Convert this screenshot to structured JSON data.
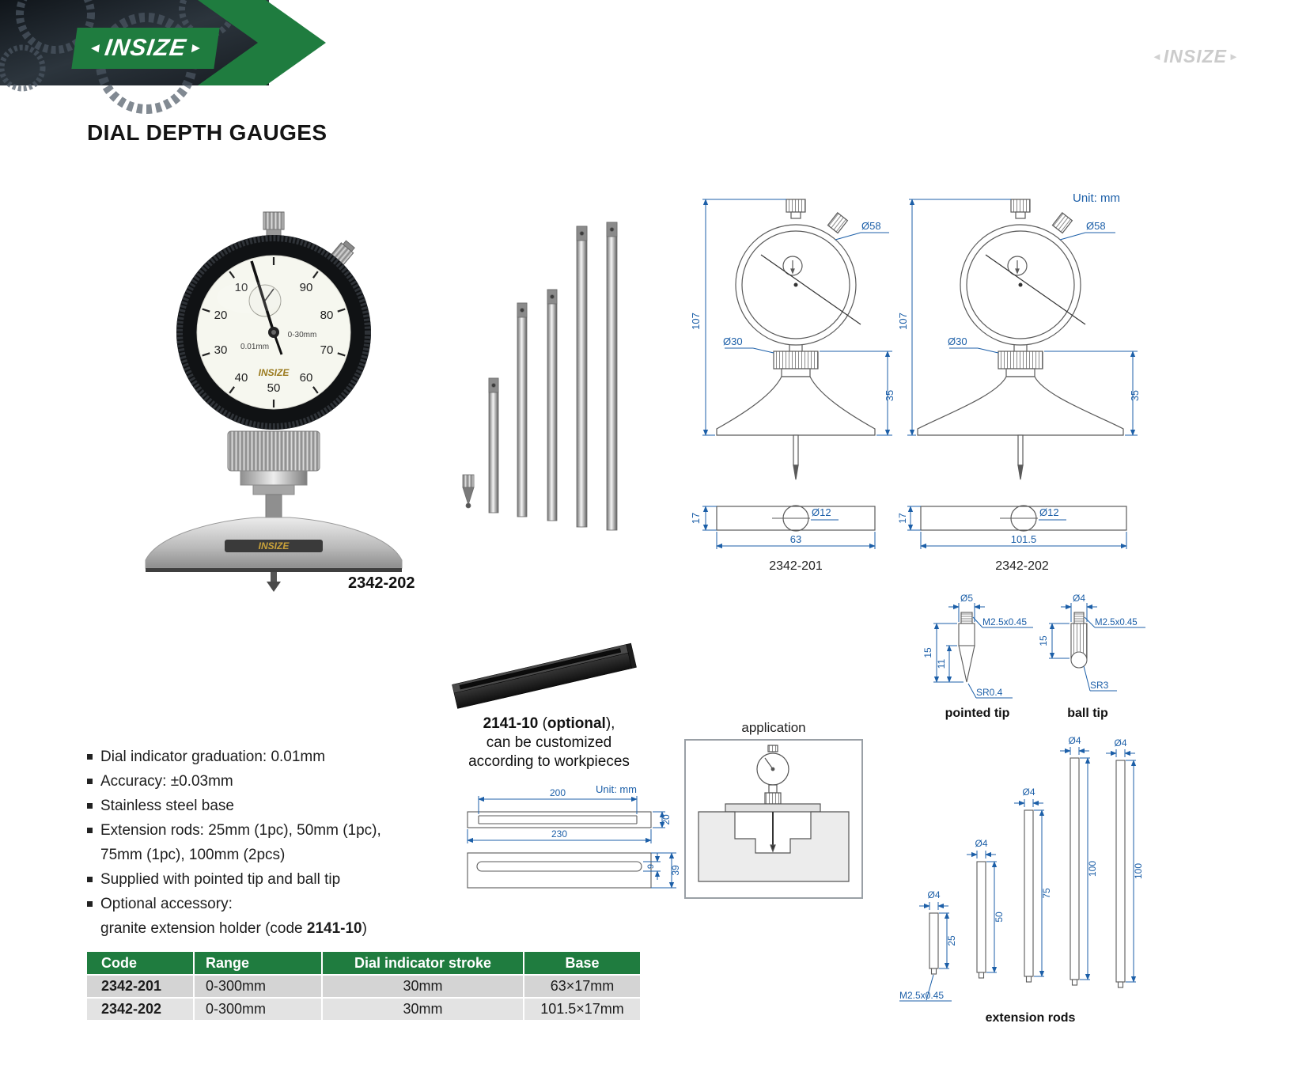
{
  "colors": {
    "brand_green": "#1f7c3f",
    "dimension_blue": "#1c5fa8",
    "table_header_green": "#1f7c3f"
  },
  "header": {
    "brand": "INSIZE",
    "logo_arrow_left": "◄",
    "logo_arrow_right": "►",
    "watermark_brand": "INSIZE",
    "watermark_arrow_left": "◄",
    "watermark_arrow_right": "►"
  },
  "page": {
    "title": "DIAL DEPTH GAUGES"
  },
  "gauge_photo": {
    "caption": "2342-202",
    "face_brand": "INSIZE",
    "base_brand": "INSIZE",
    "range_text": "0-30mm",
    "graduation_text": "0.01mm",
    "dial_numbers": [
      "10",
      "20",
      "30",
      "40",
      "50",
      "60",
      "70",
      "80",
      "90"
    ]
  },
  "tech_drawings": {
    "unit_label": "Unit: mm",
    "gauge_201": {
      "code": "2342-201",
      "dial_diameter": "Ø58",
      "height": "107",
      "stem_diameter": "Ø30",
      "base_height": "35",
      "base_thickness": "17",
      "hole_diameter": "Ø12",
      "base_width": "63"
    },
    "gauge_202": {
      "code": "2342-202",
      "dial_diameter": "Ø58",
      "height": "107",
      "stem_diameter": "Ø30",
      "base_height": "35",
      "base_thickness": "17",
      "hole_diameter": "Ø12",
      "base_width": "101.5"
    },
    "pointed_tip": {
      "caption": "pointed tip",
      "diameter": "Ø5",
      "thread": "M2.5x0.45",
      "length": "15",
      "tip_length": "11",
      "tip_radius": "SR0.4"
    },
    "ball_tip": {
      "caption": "ball tip",
      "diameter": "Ø4",
      "thread": "M2.5x0.45",
      "length": "15",
      "tip_radius": "SR3"
    },
    "extension_rods": {
      "caption": "extension rods",
      "thread": "M2.5x0.45",
      "rods": [
        {
          "diameter": "Ø4",
          "length": "25"
        },
        {
          "diameter": "Ø4",
          "length": "50"
        },
        {
          "diameter": "Ø4",
          "length": "75"
        },
        {
          "diameter": "Ø4",
          "length": "100"
        },
        {
          "diameter": "Ø4",
          "length": "100"
        }
      ]
    }
  },
  "granite_holder": {
    "code": "2141-10",
    "caption_prefix": " (",
    "caption_optional": "optional",
    "caption_suffix": "),",
    "caption_line2": "can be customized",
    "caption_line3": "according to workpieces",
    "drawing": {
      "unit_label": "Unit: mm",
      "slot_length": "200",
      "total_length": "230",
      "width": "20",
      "slot_width": "9",
      "height": "39"
    }
  },
  "application": {
    "label": "application"
  },
  "features": {
    "item1": "Dial indicator graduation: 0.01mm",
    "item2": "Accuracy: ±0.03mm",
    "item3": "Stainless steel base",
    "item4_line1": "Extension rods: 25mm (1pc), 50mm (1pc),",
    "item4_line2": "75mm (1pc), 100mm (2pcs)",
    "item5": "Supplied with pointed tip and ball tip",
    "item6_line1": "Optional accessory:",
    "item6_line2_prefix": "granite extension holder (code ",
    "item6_code": "2141-10",
    "item6_suffix": ")"
  },
  "specs_table": {
    "headers": [
      "Code",
      "Range",
      "Dial indicator stroke",
      "Base"
    ],
    "rows": [
      [
        "2342-201",
        "0-300mm",
        "30mm",
        "63×17mm"
      ],
      [
        "2342-202",
        "0-300mm",
        "30mm",
        "101.5×17mm"
      ]
    ]
  }
}
